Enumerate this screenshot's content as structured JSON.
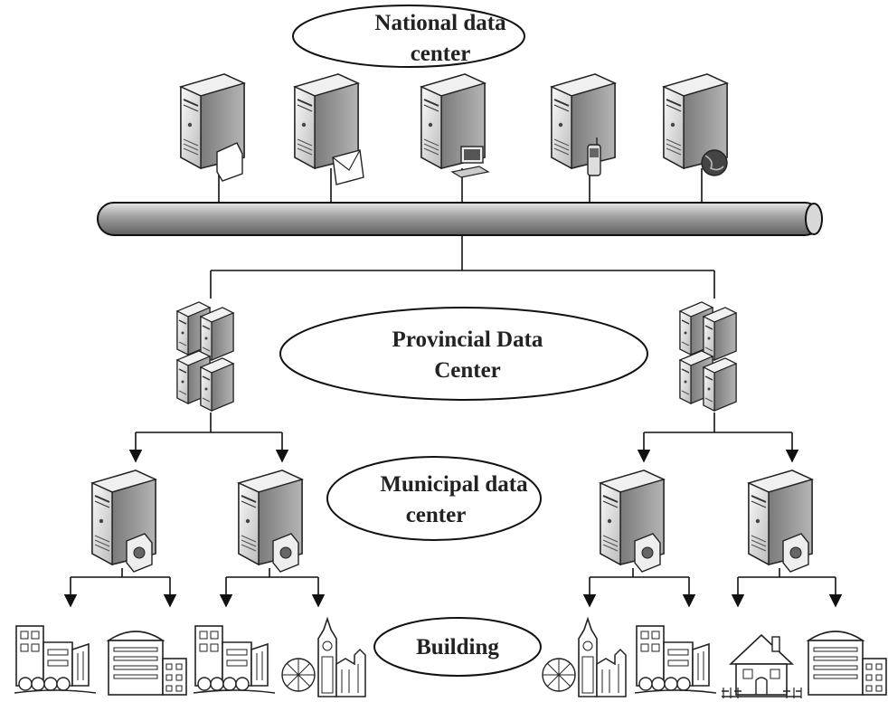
{
  "labels": {
    "national": [
      "National data",
      "center"
    ],
    "provincial": [
      "Provincial Data",
      "Center"
    ],
    "municipal": [
      "Municipal data",
      "center"
    ],
    "building": "Building"
  },
  "national_servers": [
    {
      "badge": "folder-icon"
    },
    {
      "badge": "mail-icon"
    },
    {
      "badge": "computer-icon"
    },
    {
      "badge": "phone-icon"
    },
    {
      "badge": "globe-icon"
    }
  ],
  "colors": {
    "line": "#1a1a1a",
    "server_light": "#f2f2f2",
    "server_mid": "#cfcfcf",
    "server_dark": "#8c8c8c",
    "bus": "#a9a9a9"
  }
}
